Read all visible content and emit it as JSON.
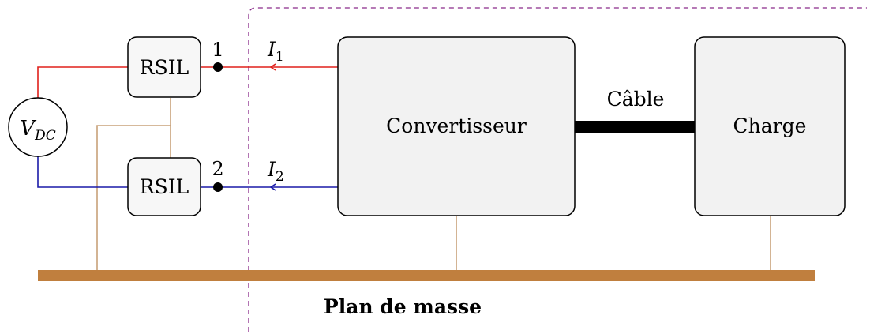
{
  "colors": {
    "positive_wire": "#e0201c",
    "negative_wire": "#1a1aa8",
    "ground_wire": "#c8a27a",
    "ground_plane": "#c07f3e",
    "boundary": "#8a2a8a",
    "box_fill": "#f2f2f2",
    "box_fill_light": "#f7f7f7",
    "cable": "#000000"
  },
  "source": {
    "label_main": "V",
    "label_sub": "DC"
  },
  "lisn_top": {
    "label": "RSIL"
  },
  "lisn_bottom": {
    "label": "RSIL"
  },
  "port_1": {
    "label": "1"
  },
  "port_2": {
    "label": "2"
  },
  "current_1": {
    "label_main": "I",
    "label_sub": "1"
  },
  "current_2": {
    "label_main": "I",
    "label_sub": "2"
  },
  "converter": {
    "label": "Convertisseur"
  },
  "cable": {
    "label": "Câble"
  },
  "load": {
    "label": "Charge"
  },
  "ground_plane": {
    "label": "Plan de masse"
  }
}
